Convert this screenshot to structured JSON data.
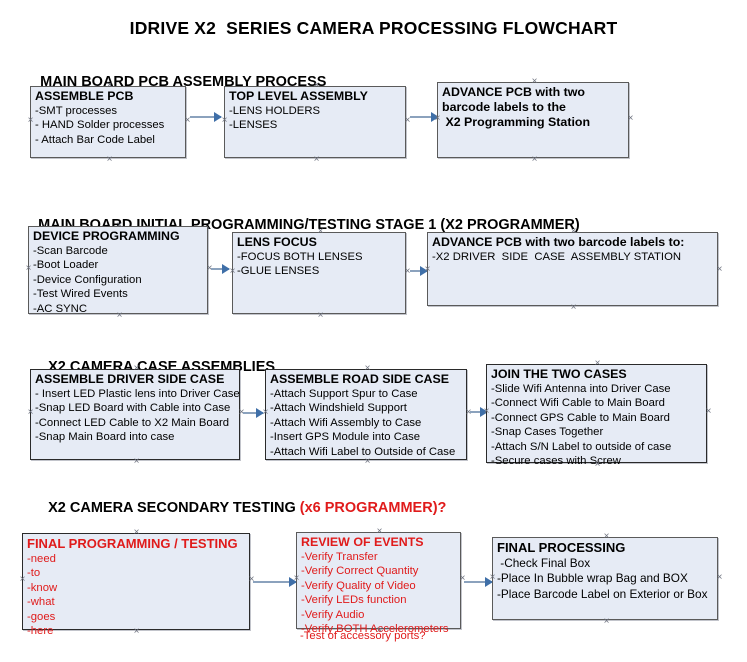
{
  "document": {
    "title": "IDRIVE X2  SERIES CAMERA PROCESSING FLOWCHART"
  },
  "colors": {
    "box_fill": "#e6ebf5",
    "box_border": "#5a5a5a",
    "arrow": "#8ba2bd",
    "arrow_head": "#3f6fa8",
    "text": "#000000",
    "accent_red": "#e01b1b"
  },
  "sections": [
    {
      "heading": "MAIN BOARD PCB ASSEMBLY PROCESS",
      "heading_accent": "",
      "boxes": [
        {
          "title": "ASSEMBLE PCB",
          "lines": [
            "-SMT processes",
            "- HAND Solder processes",
            "- Attach Bar Code Label"
          ]
        },
        {
          "title": "TOP LEVEL ASSEMBLY",
          "lines": [
            "-LENS HOLDERS",
            "-LENSES"
          ]
        },
        {
          "title": "ADVANCE PCB with two",
          "lines": [
            "barcode labels to the",
            " X2 Programming Station"
          ]
        }
      ]
    },
    {
      "heading": "MAIN BOARD INITIAL PROGRAMMING/TESTING STAGE 1 (X2 PROGRAMMER)",
      "heading_accent": "",
      "boxes": [
        {
          "title": "DEVICE PROGRAMMING",
          "lines": [
            "-Scan Barcode",
            "-Boot Loader",
            "-Device Configuration",
            "-Test Wired Events",
            "-AC SYNC"
          ]
        },
        {
          "title": "LENS FOCUS",
          "lines": [
            "-FOCUS BOTH LENSES",
            "-GLUE LENSES"
          ]
        },
        {
          "title": "ADVANCE PCB with two barcode labels to:",
          "lines": [
            "-X2 DRIVER  SIDE  CASE  ASSEMBLY STATION"
          ]
        }
      ]
    },
    {
      "heading": "X2 CAMERA CASE ASSEMBLIES",
      "heading_accent": "",
      "boxes": [
        {
          "title": "ASSEMBLE DRIVER SIDE CASE",
          "lines": [
            "- Insert LED Plastic lens into Driver Case",
            "-Snap LED Board with Cable into Case",
            "-Connect LED Cable to X2 Main Board",
            "-Snap Main Board into case"
          ]
        },
        {
          "title": "ASSEMBLE ROAD SIDE CASE",
          "lines": [
            "-Attach Support Spur to Case",
            "-Attach Windshield Support",
            "-Attach Wifi Assembly to Case",
            "-Insert GPS Module into Case",
            "-Attach Wifi Label to Outside of Case"
          ]
        },
        {
          "title": "JOIN THE TWO CASES",
          "lines": [
            "-Slide Wifi Antenna into Driver Case",
            "-Connect Wifi Cable to Main Board",
            "-Connect GPS Cable to Main Board",
            "-Snap Cases Together",
            "-Attach S/N Label to outside of case",
            "-Secure cases with Screw"
          ]
        }
      ]
    },
    {
      "heading": "X2 CAMERA SECONDARY TESTING ",
      "heading_accent": "(x6 PROGRAMMER)?",
      "boxes": [
        {
          "title": "FINAL PROGRAMMING / TESTING",
          "lines": [
            "-need",
            "-to",
            "-know",
            "-what",
            "-goes",
            "-here"
          ]
        },
        {
          "title": "REVIEW OF EVENTS",
          "lines": [
            "-Verify Transfer",
            "-Verify Correct Quantity",
            "-Verify Quality of Video",
            "-Verify LEDs function",
            "-Verify Audio",
            "-Verify BOTH Accelerometers"
          ],
          "overflow_line": "-Test of accessory ports?"
        },
        {
          "title": "FINAL PROCESSING",
          "lines": [
            " -Check Final Box",
            "-Place In Bubble wrap Bag and BOX",
            "-Place Barcode Label on Exterior or Box"
          ]
        }
      ]
    }
  ]
}
